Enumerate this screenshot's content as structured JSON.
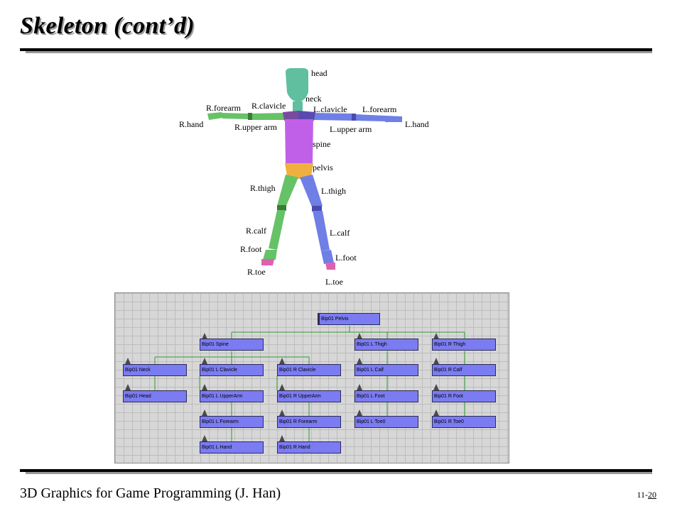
{
  "slide": {
    "title": "Skeleton (cont’d)",
    "footer": "3D Graphics for Game Programming (J. Han)",
    "page_prefix": "11-",
    "page_number": "20"
  },
  "figure_labels": {
    "head": "head",
    "neck": "neck",
    "r_forearm": "R.forearm",
    "r_clavicle": "R.clavicle",
    "l_clavicle": "L.clavicle",
    "l_forearm": "L.forearm",
    "r_hand": "R.hand",
    "r_upper_arm": "R.upper arm",
    "l_upper_arm": "L.upper arm",
    "l_hand": "L.hand",
    "spine": "spine",
    "pelvis": "pelvis",
    "r_thigh": "R.thigh",
    "l_thigh": "L.thigh",
    "r_calf": "R.calf",
    "l_calf": "L.calf",
    "r_foot": "R.foot",
    "l_foot": "L.foot",
    "r_toe": "R.toe",
    "l_toe": "L.toe"
  },
  "hierarchy": {
    "pelvis": "Bip01 Pelvis",
    "spine": "Bip01 Spine",
    "l_thigh": "Bip01 L Thigh",
    "r_thigh": "Bip01 R Thigh",
    "neck": "Bip01 Neck",
    "l_clavicle": "Bip01 L Clavicle",
    "r_clavicle": "Bip01 R Clavicle",
    "l_calf": "Bip01 L Calf",
    "r_calf": "Bip01 R Calf",
    "head": "Bip01 Head",
    "l_upperarm": "Bip01 L UpperArm",
    "r_upperarm": "Bip01 R UpperArm",
    "l_foot": "Bip01 L Foot",
    "r_foot": "Bip01 R Foot",
    "l_forearm": "Bip01 L Forearm",
    "r_forearm": "Bip01 R Forearm",
    "l_toe0": "Bip01 L Toe0",
    "r_toe0": "Bip01 R Toe0",
    "l_hand": "Bip01 L Hand",
    "r_hand": "Bip01 R Hand"
  },
  "colors": {
    "head_neck": "#5fbf9f",
    "right_side": "#66c266",
    "left_side": "#6f7fe6",
    "spine": "#c060e8",
    "pelvis": "#f0b040",
    "toes": "#e060b0",
    "joint_dark": "#3c7a3c",
    "node_fill": "#7b7bf2",
    "link_line": "#2e9e2e"
  }
}
